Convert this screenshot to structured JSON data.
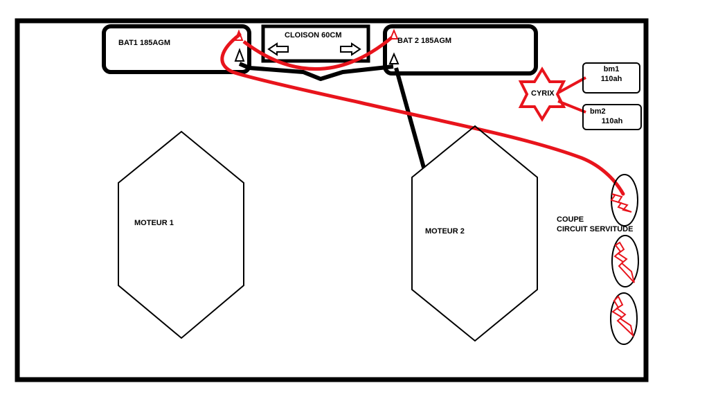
{
  "labels": {
    "bat1": "BAT1 185AGM",
    "bat2": "BAT 2 185AGM",
    "cloison": "CLOISON 60CM",
    "moteur1": "MOTEUR 1",
    "moteur2": "MOTEUR 2",
    "cyrix": "CYRIX",
    "bm1_line1": "bm1",
    "bm1_line2": "110ah",
    "bm2_line1": "bm2",
    "bm2_line2": "110ah",
    "coupe_line1": "COUPE",
    "coupe_line2": "CIRCUIT SERVITUDE"
  },
  "colors": {
    "outline": "#000000",
    "positive_cable": "#e8141c",
    "negative_cable": "#000000",
    "lightning": "#e8141c",
    "background": "#ffffff"
  },
  "icons": {
    "arrow_left": "arrow-left-icon",
    "arrow_right": "arrow-right-icon",
    "star": "star-icon",
    "lightning": "lightning-icon"
  }
}
